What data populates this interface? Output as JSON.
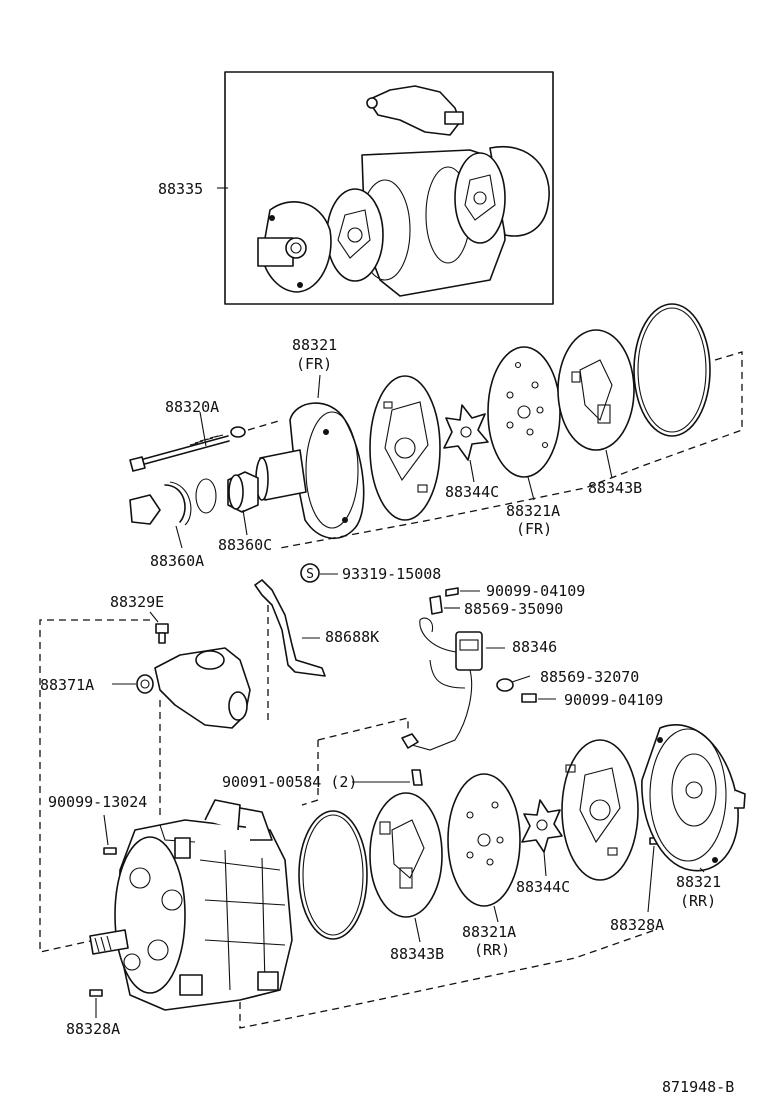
{
  "labels": {
    "l88335": "88335",
    "l88321fr": "88321",
    "l88321fr_sub": "(FR)",
    "l88320a": "88320A",
    "l88344c_top": "88344C",
    "l88321afr": "88321A",
    "l88321afr_sub": "(FR)",
    "l88343b_top": "88343B",
    "l88360a": "88360A",
    "l88360c": "88360C",
    "l93319": "93319-15008",
    "l90099_04109a": "90099-04109",
    "l88569_35090": "88569-35090",
    "l88329e": "88329E",
    "l88688k": "88688K",
    "l88346": "88346",
    "l88371a": "88371A",
    "l88569_32070": "88569-32070",
    "l90099_04109b": "90099-04109",
    "l90091": "90091-00584 (2)",
    "l90099_13024": "90099-13024",
    "l88321rr": "88321",
    "l88321rr_sub": "(RR)",
    "l88344c_bot": "88344C",
    "l88328a_right": "88328A",
    "l88343b_bot": "88343B",
    "l88321arr": "88321A",
    "l88321arr_sub": "(RR)",
    "l88328a_left": "88328A",
    "drawing_no": "871948-B",
    "s_mark": "S"
  }
}
